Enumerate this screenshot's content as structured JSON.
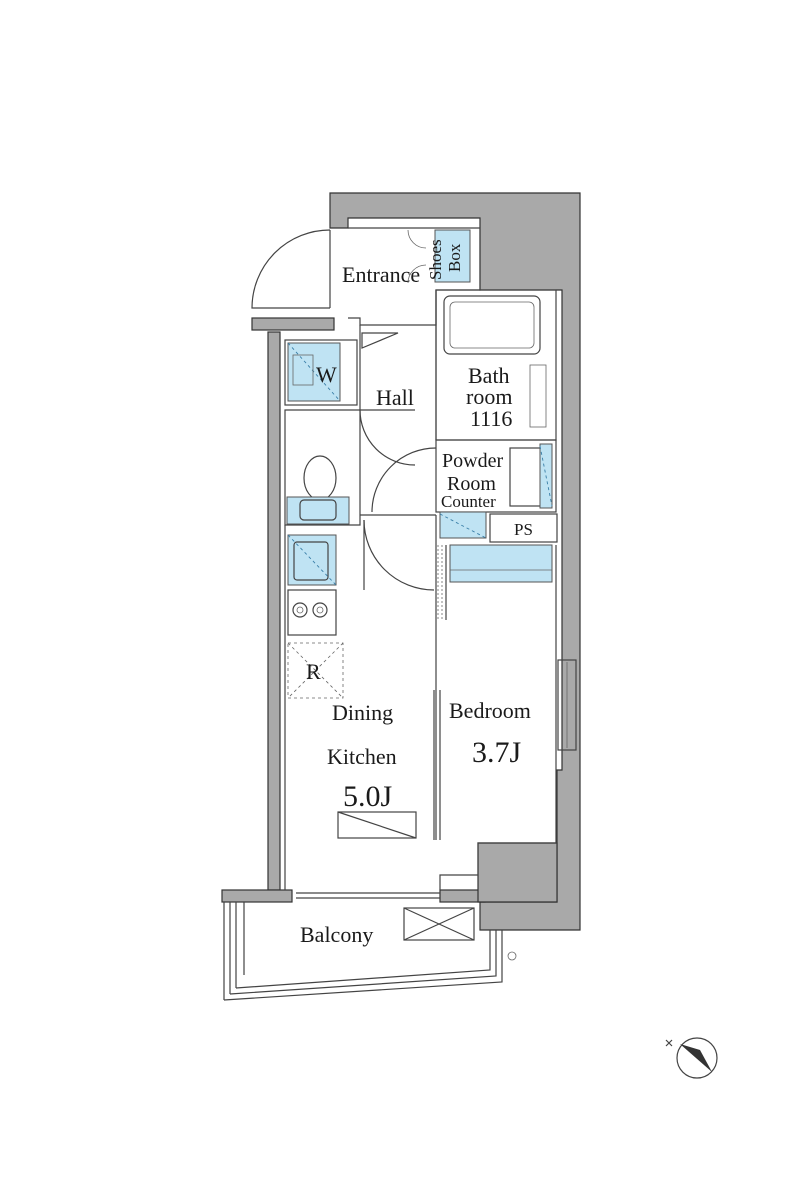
{
  "rooms": {
    "entrance": "Entrance",
    "shoes_box_line1": "Shoes",
    "shoes_box_line2": "Box",
    "hall": "Hall",
    "washer": "W",
    "bathroom_line1": "Bath",
    "bathroom_line2": "room",
    "bathroom_size": "1116",
    "powder_line1": "Powder",
    "powder_line2": "Room",
    "counter": "Counter",
    "ps": "PS",
    "refrigerator": "R",
    "dining_line1": "Dining",
    "dining_line2": "Kitchen",
    "dining_size": "5.0J",
    "bedroom": "Bedroom",
    "bedroom_size": "3.7J",
    "balcony": "Balcony"
  },
  "colors": {
    "wall": "#a9a9a9",
    "fixture_blue": "#bfe3f3"
  },
  "icons": {
    "compass": "north-arrow-icon"
  }
}
